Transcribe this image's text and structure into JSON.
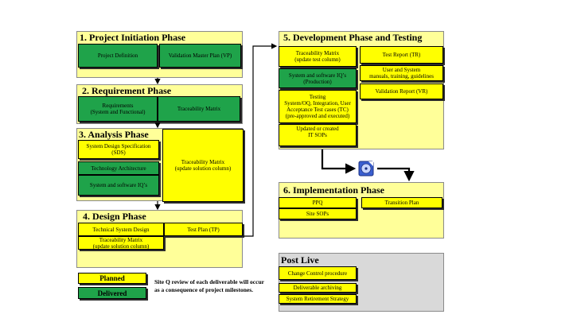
{
  "phases": {
    "initiation": {
      "title": "1. Project Initiation Phase",
      "items": [
        "Project Definition",
        "Validation Master Plan (VP)"
      ]
    },
    "requirement": {
      "title": "2. Requirement Phase",
      "items": [
        "Requirements\n(System and Functional)",
        "Traceability Matrix"
      ]
    },
    "analysis": {
      "title": "3. Analysis Phase",
      "items": [
        "System Design Specification (SDS)",
        "Technology Architecture",
        "System and software IQ’s",
        "Traceability Matrix\n(update solution column)"
      ]
    },
    "design": {
      "title": "4. Design Phase",
      "items": [
        "Technical System Design",
        "Test Plan (TP)",
        "Traceability Matrix\n(update solution column)"
      ]
    },
    "development": {
      "title": "5. Development Phase and Testing",
      "items": [
        "Traceability Matrix\n(update test column)",
        "Test Report (TR)",
        "System and software IQ’s\n(Production)",
        "User and System\nmanuals, training, guidelines",
        "Validation Report (VR)",
        "Testing\nSystem/OQ, Integration, User\nAcceptance Test cases (TC)\n(pre-approved and executed)",
        "Updated or created\nIT SOPs"
      ]
    },
    "implementation": {
      "title": "6. Implementation Phase",
      "items": [
        "PPQ",
        "Transition Plan",
        "Site SOPs"
      ]
    },
    "post_live": {
      "title": "Post Live",
      "items": [
        "Change Control procedure",
        "Deliverable archiving",
        "System Retirement Strategy"
      ]
    }
  },
  "legend": {
    "planned": "Planned",
    "delivered": "Delivered"
  },
  "note": "Site Q review of each deliverable will occur as a consequence of project milestones.",
  "colors": {
    "panel": "#ffff99",
    "planned": "#ffff00",
    "delivered": "#1fa34a",
    "post_live_panel": "#d9d9d9",
    "cd_icon": "#3a5fd0"
  },
  "icons": [
    "cd-icon"
  ]
}
